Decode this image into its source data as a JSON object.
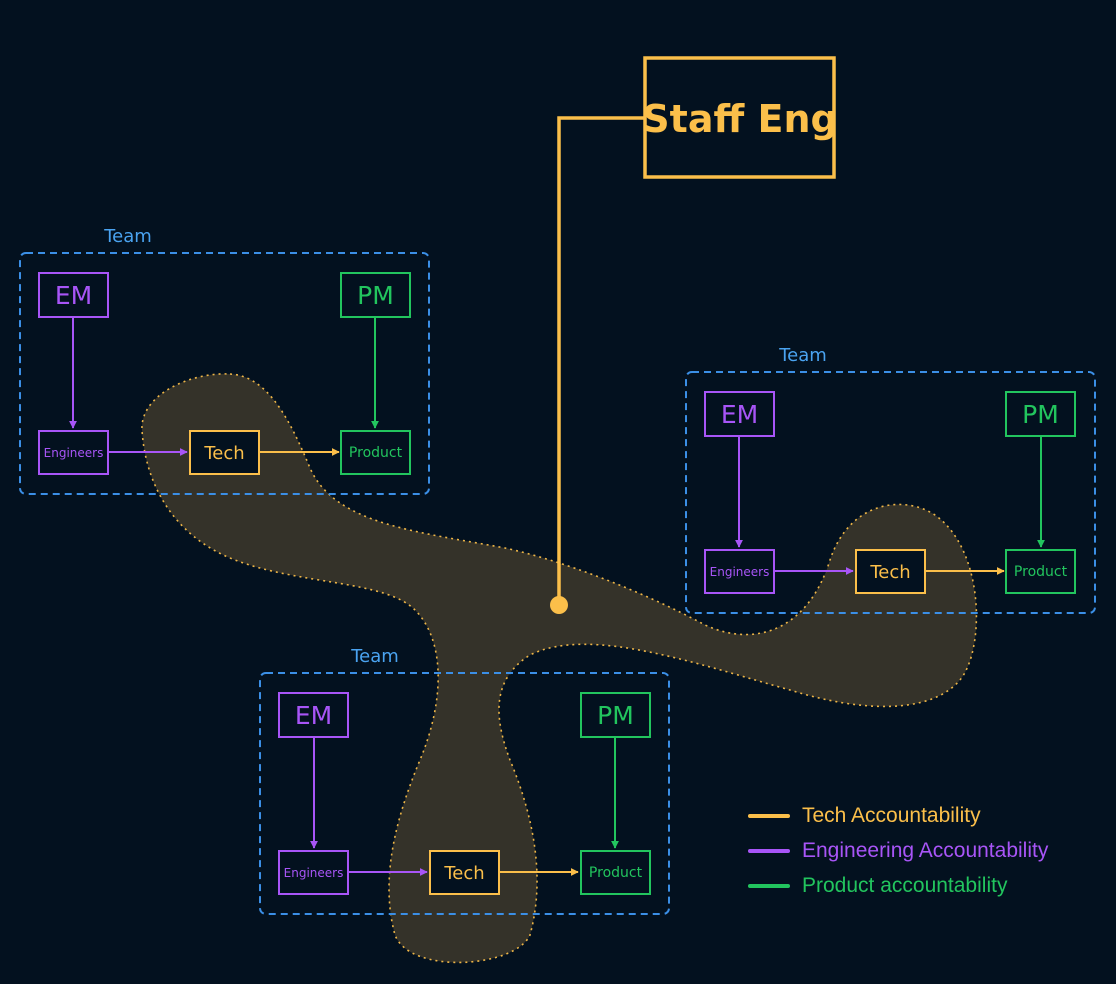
{
  "colors": {
    "background": "#03111f",
    "tech": "#fbbf4a",
    "engineering": "#a855f7",
    "product": "#22c55e",
    "team_border": "#3b8fe6",
    "team_label": "#4aa3f0",
    "blob_fill": "#37342a"
  },
  "staff": {
    "label": "Staff Eng"
  },
  "teams": [
    {
      "label": "Team",
      "em": "EM",
      "pm": "PM",
      "engineers": "Engineers",
      "tech": "Tech",
      "product": "Product"
    },
    {
      "label": "Team",
      "em": "EM",
      "pm": "PM",
      "engineers": "Engineers",
      "tech": "Tech",
      "product": "Product"
    },
    {
      "label": "Team",
      "em": "EM",
      "pm": "PM",
      "engineers": "Engineers",
      "tech": "Tech",
      "product": "Product"
    }
  ],
  "legend": [
    {
      "label": "Tech Accountability",
      "color": "#fbbf4a"
    },
    {
      "label": "Engineering Accountability",
      "color": "#a855f7"
    },
    {
      "label": "Product accountability",
      "color": "#22c55e"
    }
  ]
}
